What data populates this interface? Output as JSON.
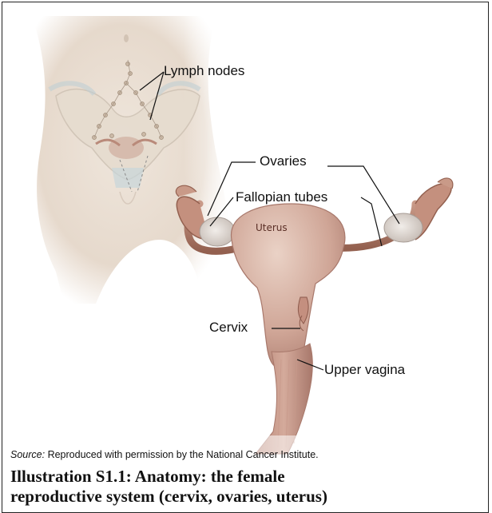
{
  "figure": {
    "labels": {
      "lymph_nodes": "Lymph nodes",
      "ovaries": "Ovaries",
      "fallopian_tubes": "Fallopian tubes",
      "uterus": "Uterus",
      "cervix": "Cervix",
      "upper_vagina": "Upper vagina"
    },
    "source_key": "Source:",
    "source_text": " Reproduced with permission by the National Cancer Institute.",
    "caption_line1": "Illustration S1.1: Anatomy: the female",
    "caption_line2": "reproductive system (cervix, ovaries, uterus)"
  },
  "colors": {
    "skin": "#e9ded2",
    "tissue": "#c79a88",
    "tissue_dark": "#9c6a5c",
    "ovary": "#d8d3cf"
  }
}
